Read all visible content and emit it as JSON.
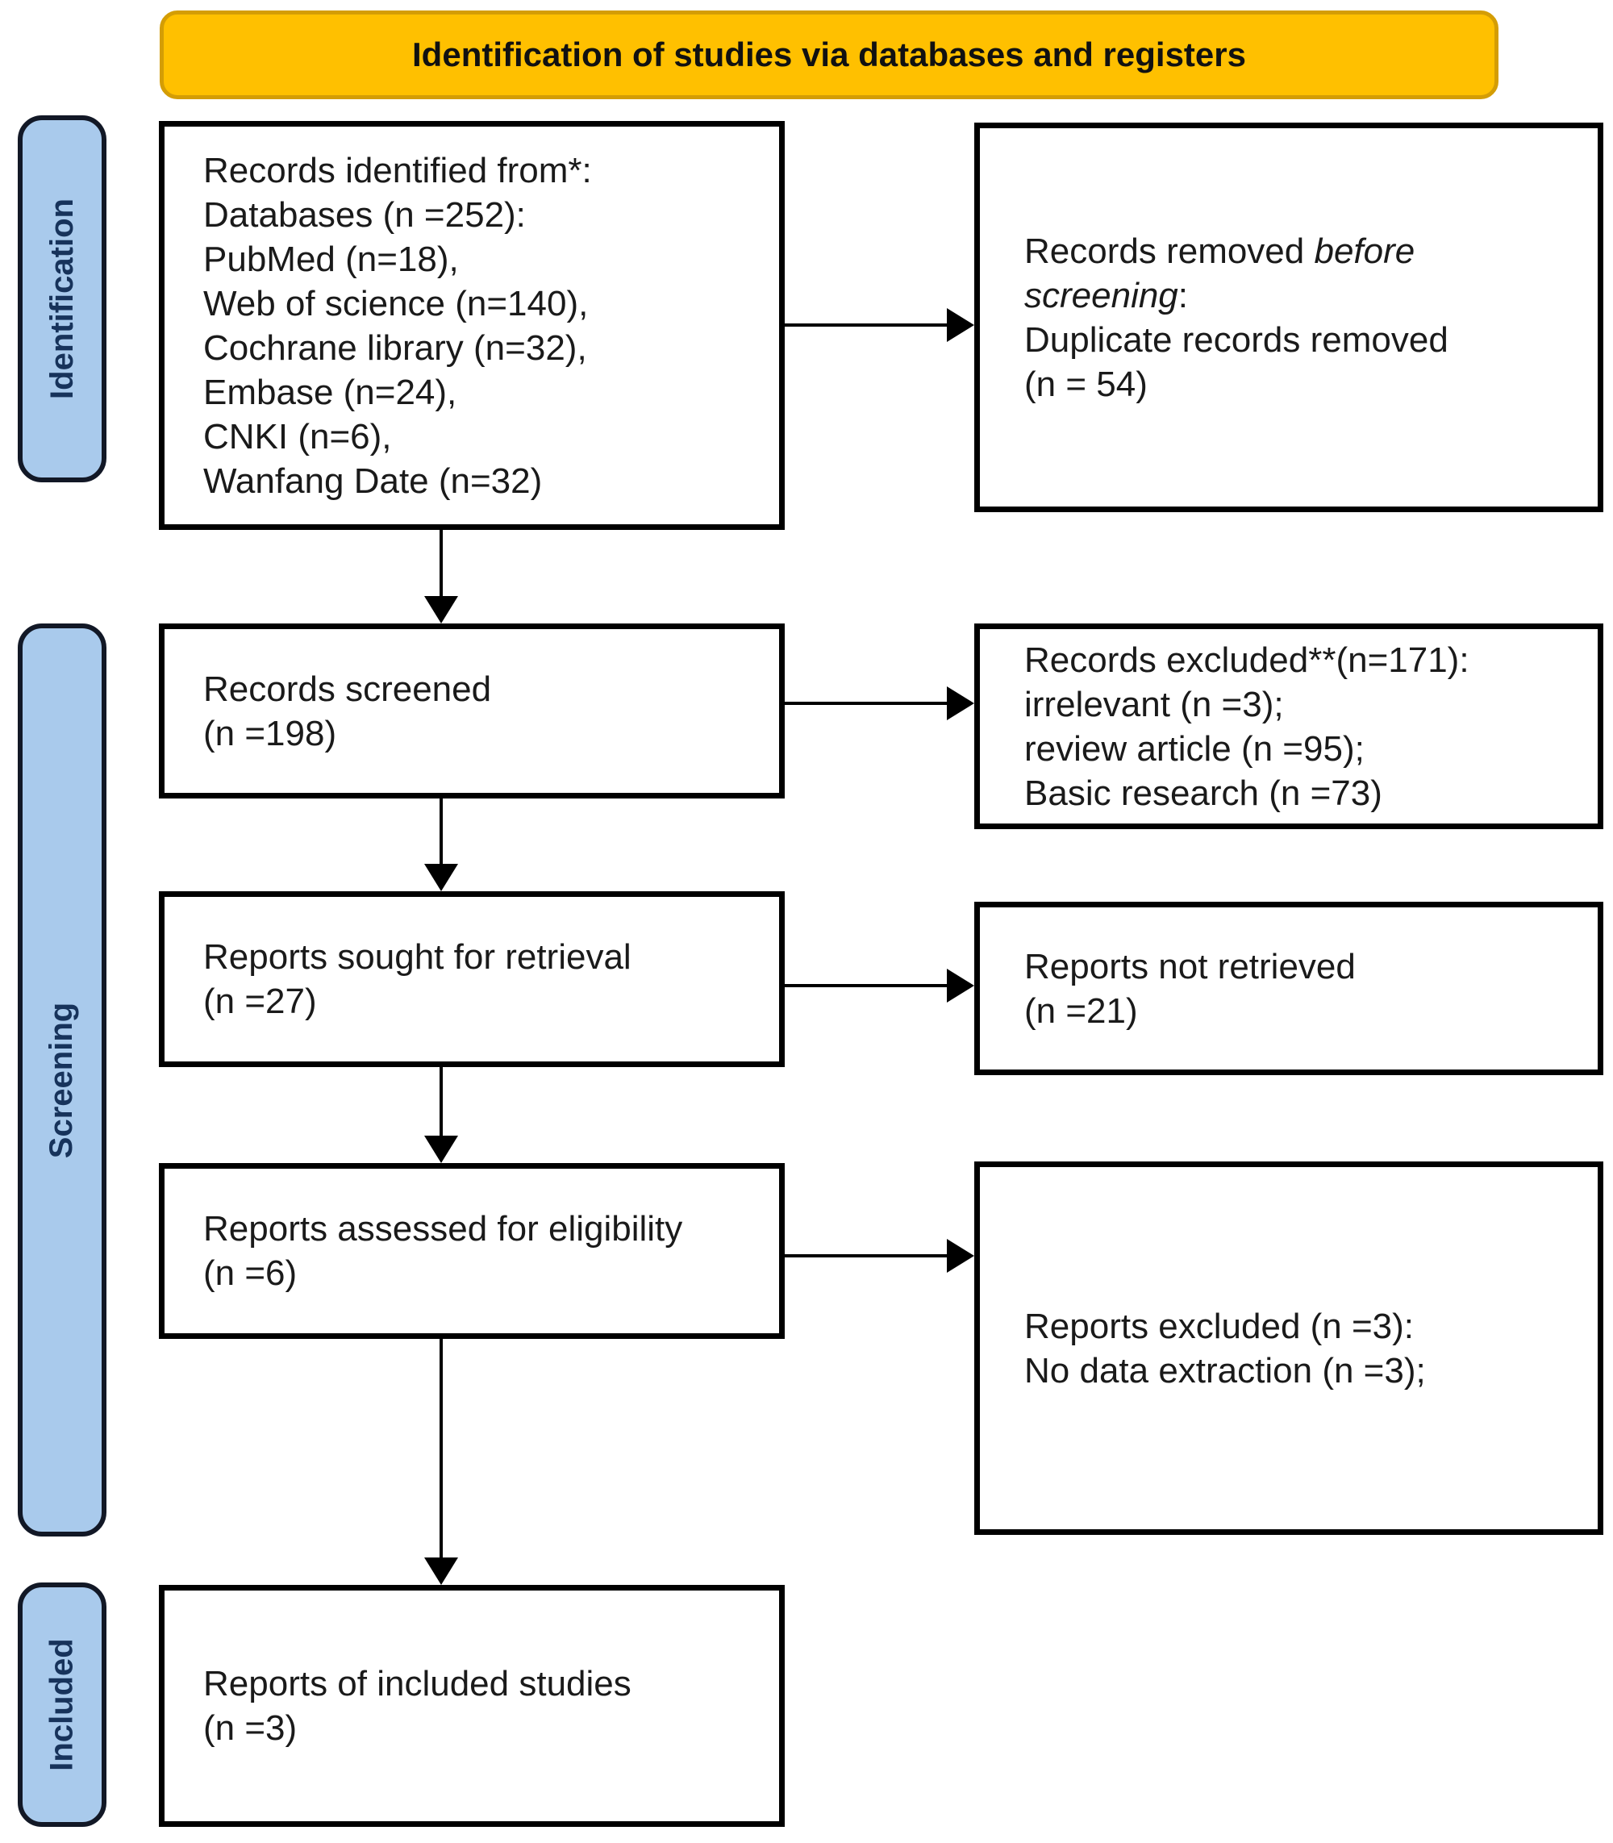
{
  "header": {
    "title": "Identification of studies via databases and registers"
  },
  "stages": [
    {
      "label": "Identification"
    },
    {
      "label": "Screening"
    },
    {
      "label": "Included"
    }
  ],
  "boxes": {
    "identified": {
      "title": "Records identified from*:",
      "items": [
        "Databases (n =252):",
        "PubMed (n=18),",
        "Web of science (n=140),",
        "Cochrane library (n=32),",
        "Embase (n=24),",
        "CNKI (n=6),",
        "Wanfang Date (n=32)"
      ]
    },
    "removed_before_screening": {
      "line1_normal": "Records removed ",
      "line1_italic": "before",
      "line2_italic": "screening",
      "line2_suffix": ":",
      "item_line1": "Duplicate records removed",
      "item_line2": "(n = 54)"
    },
    "screened": {
      "line1": "Records screened",
      "line2": "(n =198)"
    },
    "records_excluded": {
      "lines": [
        "Records excluded**(n=171):",
        "irrelevant (n =3);",
        "review article (n =95);",
        "Basic research (n =73)"
      ]
    },
    "sought": {
      "line1": "Reports sought for retrieval",
      "line2": "(n =27)"
    },
    "not_retrieved": {
      "line1": "Reports not retrieved",
      "line2": "(n =21)"
    },
    "assessed": {
      "line1": "Reports assessed for eligibility",
      "line2": "(n =6)"
    },
    "reports_excluded": {
      "lines": [
        "Reports excluded (n =3):",
        "No data extraction (n =3);"
      ]
    },
    "included_studies": {
      "line1": "Reports of included studies",
      "line2": "(n =3)"
    }
  },
  "colors": {
    "header_fill": "#FFC000",
    "header_border": "#D49D05",
    "stage_fill": "#A9CAEC",
    "stage_border": "#121826",
    "stage_text": "#17335B",
    "box_fill": "#FFFFFF",
    "box_border": "#000000",
    "arrow_color": "#000000",
    "text_color": "#1A1A1A",
    "background": "#FFFFFF"
  }
}
